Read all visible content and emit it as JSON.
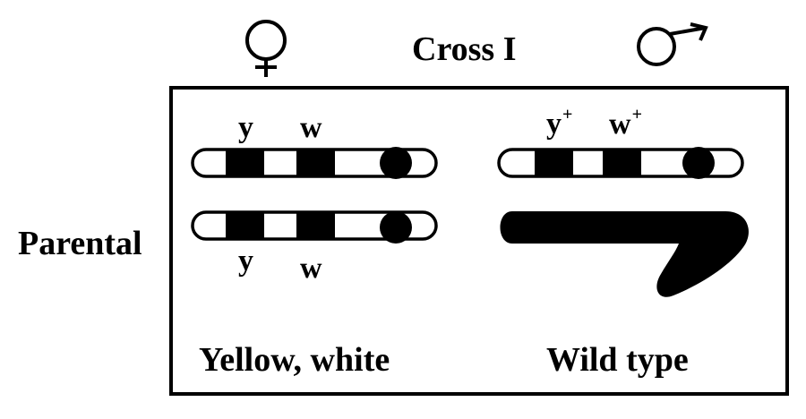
{
  "cross_title": "Cross I",
  "row_label": "Parental",
  "female": {
    "symbol": "female-symbol",
    "genes_top": [
      "y",
      "w"
    ],
    "genes_bottom": [
      "y",
      "w"
    ],
    "phenotype": "Yellow, white"
  },
  "male": {
    "symbol": "male-symbol",
    "genes_top": [
      "y",
      "w"
    ],
    "gene_superscript": "+",
    "phenotype": "Wild type"
  },
  "colors": {
    "ink": "#000000",
    "paper": "#ffffff"
  }
}
